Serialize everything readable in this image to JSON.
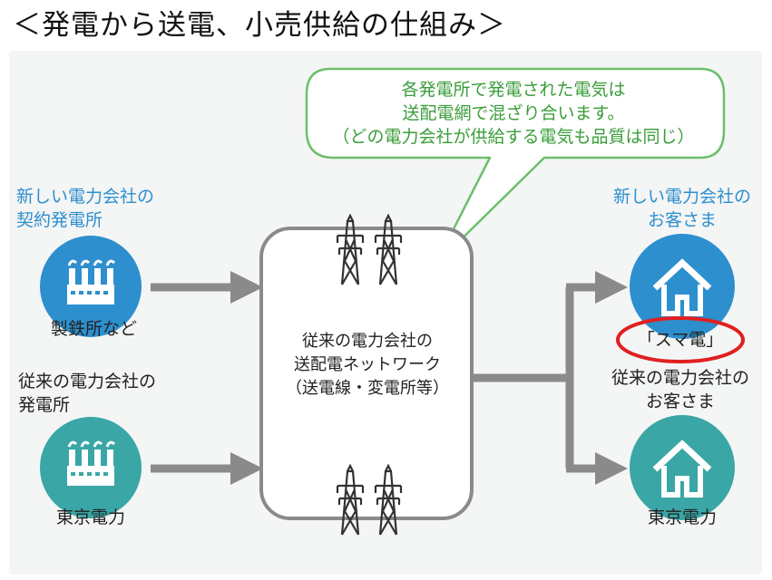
{
  "heading": "＜発電から送電、小売供給の仕組み＞",
  "bubble": {
    "line1": "各発電所で発電された電気は",
    "line2": "送配電網で混ざり合います。",
    "line3": "（どの電力会社が供給する電気も品質は同じ）"
  },
  "generators": {
    "new_label_line1": "新しい電力会社の",
    "new_label_line2": "契約発電所",
    "new_example": "製鉄所など",
    "legacy_label_line1": "従来の電力会社の",
    "legacy_label_line2": "発電所",
    "legacy_example": "東京電力"
  },
  "network": {
    "line1": "従来の電力会社の",
    "line2": "送配電ネットワーク",
    "line3": "（送電線・変電所等）"
  },
  "customers": {
    "new_label_line1": "新しい電力会社の",
    "new_label_line2": "お客さま",
    "new_brand": "「スマ電」",
    "legacy_label_line1": "従来の電力会社の",
    "legacy_label_line2": "お客さま",
    "legacy_brand": "東京電力"
  },
  "colors": {
    "new_entity": "#2d8fce",
    "legacy_entity": "#3aa6a6",
    "bubble_text": "#3a9d3a",
    "highlight": "#e02020",
    "arrow": "#8a8a8a"
  },
  "icons": {
    "generator": "factory-icon",
    "customer": "house-icon",
    "tower": "transmission-tower-icon"
  }
}
